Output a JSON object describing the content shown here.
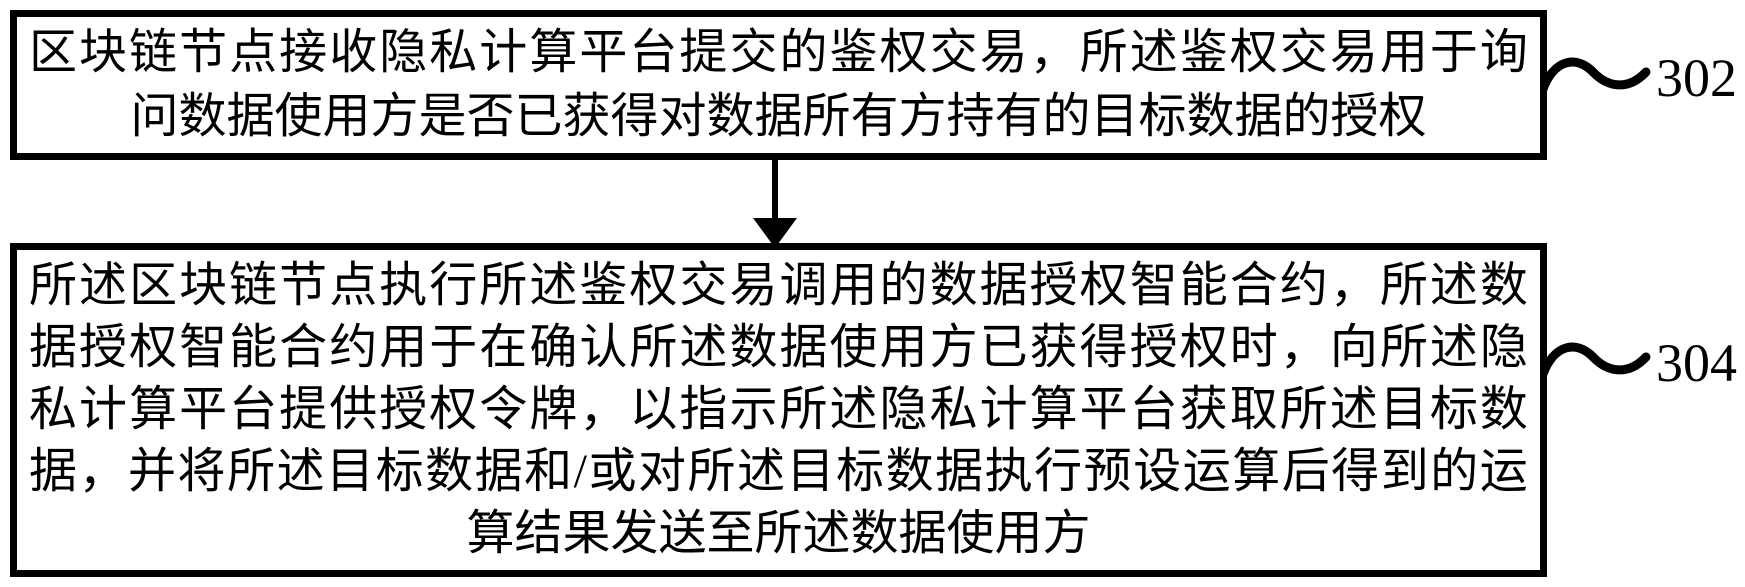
{
  "diagram": {
    "type": "flowchart",
    "background": "#ffffff",
    "line_color": "#000000",
    "steps": [
      {
        "label": "302",
        "lines": [
          "区块链节点接收隐私计算平台提交的鉴权交易，所述鉴权交易用于询",
          "问数据使用方是否已获得对数据所有方持有的目标数据的授权"
        ]
      },
      {
        "label": "304",
        "lines": [
          "所述区块链节点执行所述鉴权交易调用的数据授权智能合约，所述数",
          "据授权智能合约用于在确认所述数据使用方已获得授权时，向所述隐",
          "私计算平台提供授权令牌，以指示所述隐私计算平台获取所述目标数",
          "据，并将所述目标数据和/或对所述目标数据执行预设运算后得到的运",
          "算结果发送至所述数据使用方"
        ]
      }
    ]
  }
}
